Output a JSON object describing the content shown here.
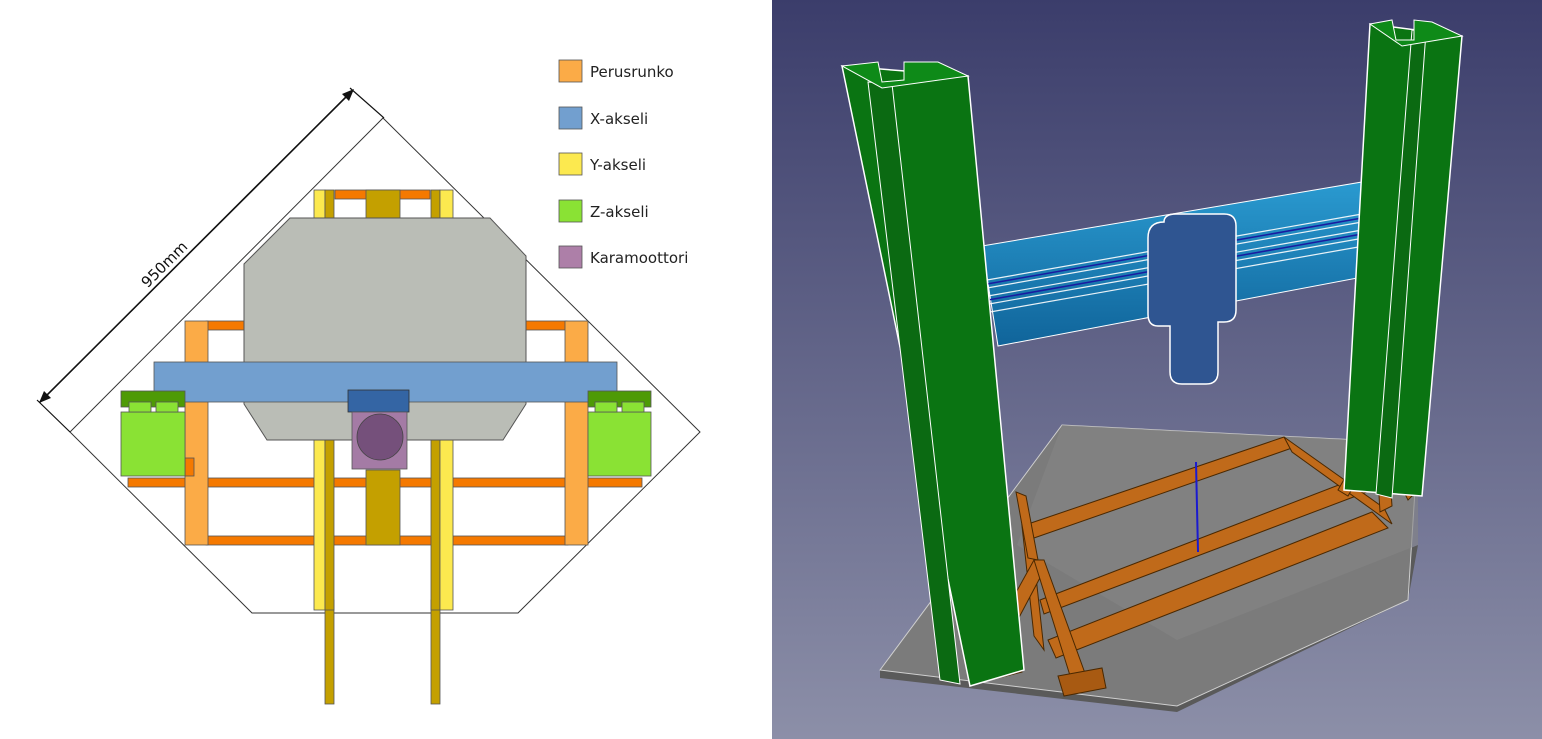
{
  "dimension": {
    "label": "950mm"
  },
  "legend": [
    {
      "label": "Perusrunko",
      "color": "#fbab47"
    },
    {
      "label": "X-akseli",
      "color": "#729fcf"
    },
    {
      "label": "Y-akseli",
      "color": "#fce94f"
    },
    {
      "label": "Z-akseli",
      "color": "#8ae234"
    },
    {
      "label": "Karamoottori",
      "color": "#ad7fa8"
    }
  ],
  "colors": {
    "frame_dark": "#f57900",
    "y_shaft": "#c4a000",
    "z_dark": "#4e9a06",
    "spindle_body": "#a47ba5",
    "spindle_face": "#75507b",
    "x_carriage": "#3465a4",
    "table": "#babdb6",
    "render_bg_top": "#3b3d6b",
    "render_bg_bottom": "#8c8fa8",
    "render_green": "#0a7412",
    "render_blue": "#1f7fb3",
    "render_wood": "#c06a1a",
    "render_plate": "#777777"
  }
}
